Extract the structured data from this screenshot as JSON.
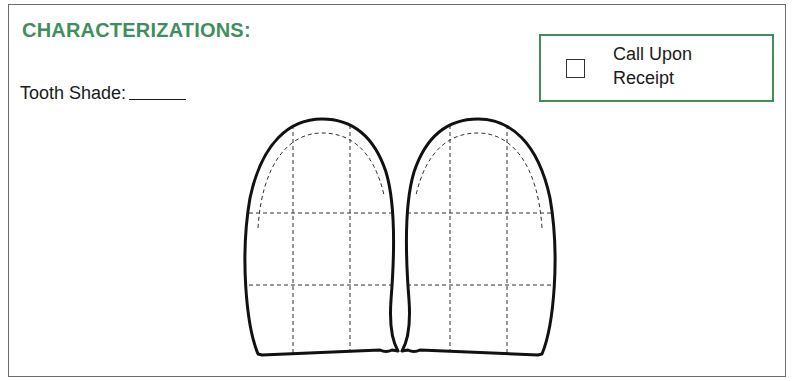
{
  "diagram": {
    "title": "CHARACTERIZATIONS:",
    "nodes": [
      {
        "text": [
          "Call Upon Receipt"
        ]
      }
    ],
    "labels": [
      "Tooth Shade:"
    ]
  }
}
